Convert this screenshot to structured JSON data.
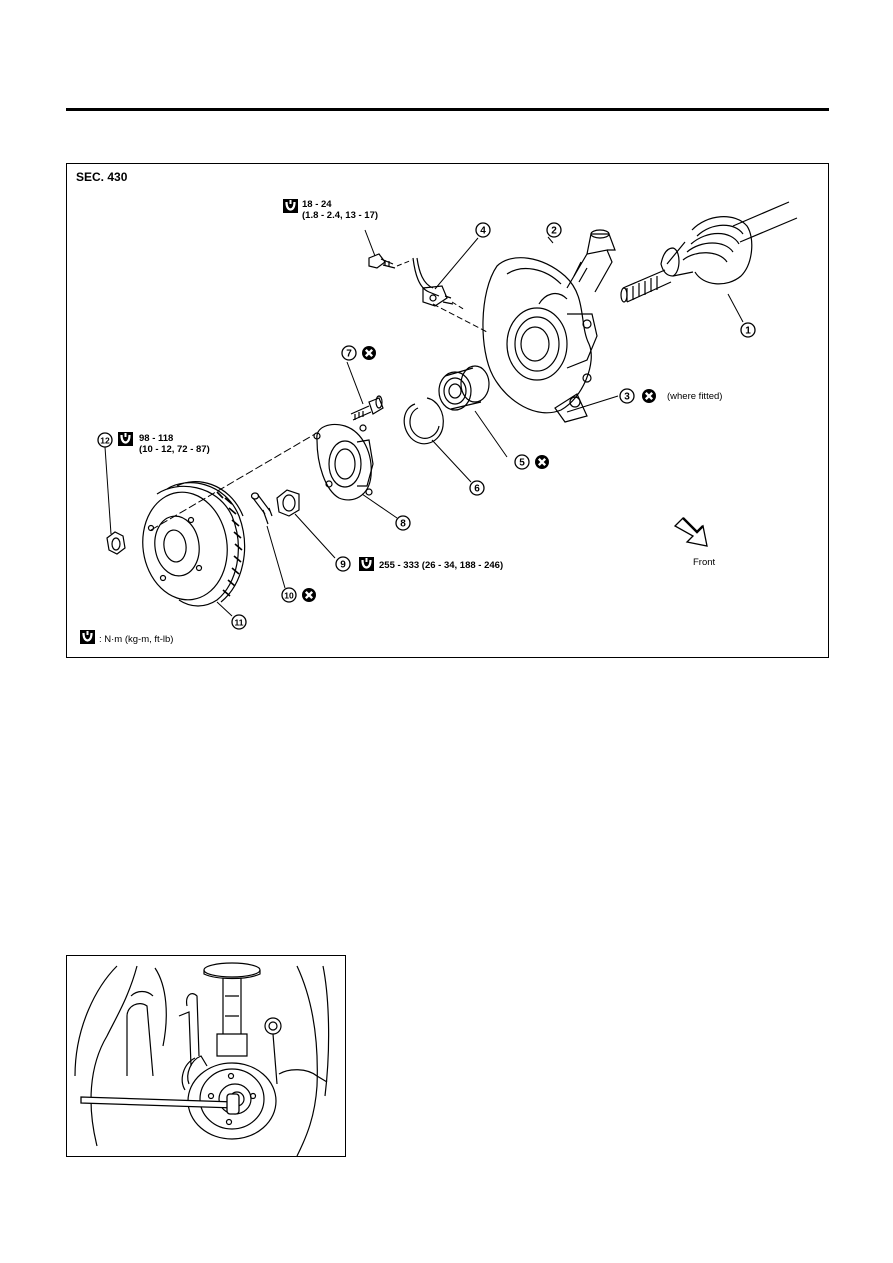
{
  "section_label": "SEC. 430",
  "torques": {
    "sensor_bolt": {
      "line1": "18 - 24",
      "line2": "(1.8 - 2.4, 13 - 17)"
    },
    "wheel_nut": {
      "line1": "98 - 118",
      "line2": "(10 - 12, 72 - 87)"
    },
    "hub_nut": "255 - 333 (26 - 34, 188 - 246)"
  },
  "callouts": [
    "1",
    "2",
    "3",
    "4",
    "5",
    "6",
    "7",
    "8",
    "9",
    "10",
    "11",
    "12"
  ],
  "notes": {
    "where_fitted": "(where fitted)",
    "front": "Front",
    "units": ": N·m (kg-m, ft-lb)"
  },
  "icons": {
    "torque": "torque-wrench-icon",
    "replace": "always-replace-icon",
    "direction": "front-arrow-icon"
  }
}
